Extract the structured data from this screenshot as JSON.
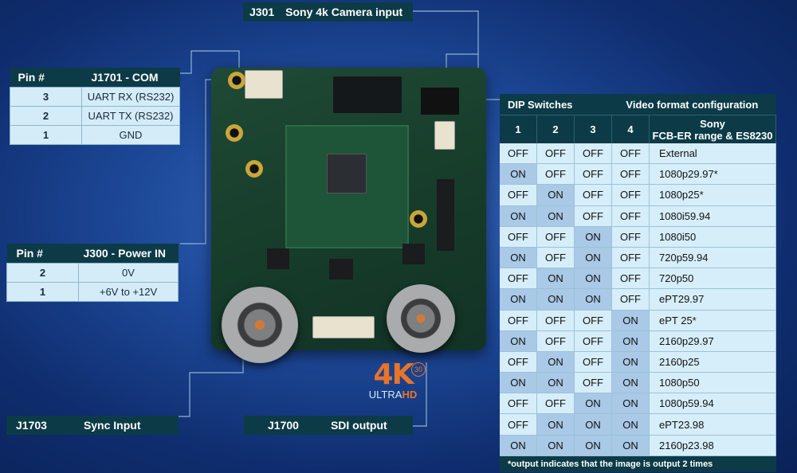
{
  "labels": {
    "j301": {
      "id": "J301",
      "text": "Sony 4k Camera input"
    },
    "j1703": {
      "id": "J1703",
      "text": "Sync Input"
    },
    "j1700": {
      "id": "J1700",
      "text": "SDI output"
    }
  },
  "com_table": {
    "pin_header": "Pin #",
    "title": "J1701 - COM",
    "rows": [
      {
        "pin": "3",
        "signal": "UART RX (RS232)"
      },
      {
        "pin": "2",
        "signal": "UART TX (RS232)"
      },
      {
        "pin": "1",
        "signal": "GND"
      }
    ]
  },
  "power_table": {
    "pin_header": "Pin #",
    "title": "J300 - Power IN",
    "rows": [
      {
        "pin": "2",
        "signal": "0V"
      },
      {
        "pin": "1",
        "signal": "+6V to +12V"
      }
    ]
  },
  "dip_table": {
    "title_left": "DIP Switches",
    "title_right": "Video format configuration",
    "col1": "1",
    "col2": "2",
    "col3": "3",
    "col4": "4",
    "col5_line1": "Sony",
    "col5_line2": "FCB-ER range & ES8230",
    "rows": [
      [
        "OFF",
        "OFF",
        "OFF",
        "OFF",
        "External"
      ],
      [
        "ON",
        "OFF",
        "OFF",
        "OFF",
        "1080p29.97*"
      ],
      [
        "OFF",
        "ON",
        "OFF",
        "OFF",
        "1080p25*"
      ],
      [
        "ON",
        "ON",
        "OFF",
        "OFF",
        "1080i59.94"
      ],
      [
        "OFF",
        "OFF",
        "ON",
        "OFF",
        "1080i50"
      ],
      [
        "ON",
        "OFF",
        "ON",
        "OFF",
        "720p59.94"
      ],
      [
        "OFF",
        "ON",
        "ON",
        "OFF",
        "720p50"
      ],
      [
        "ON",
        "ON",
        "ON",
        "OFF",
        "ePT29.97"
      ],
      [
        "OFF",
        "OFF",
        "OFF",
        "ON",
        "ePT 25*"
      ],
      [
        "ON",
        "OFF",
        "OFF",
        "ON",
        "2160p29.97"
      ],
      [
        "OFF",
        "ON",
        "OFF",
        "ON",
        "2160p25"
      ],
      [
        "ON",
        "ON",
        "OFF",
        "ON",
        "1080p50"
      ],
      [
        "OFF",
        "OFF",
        "ON",
        "ON",
        "1080p59.94"
      ],
      [
        "OFF",
        "ON",
        "ON",
        "ON",
        "ePT23.98"
      ],
      [
        "ON",
        "ON",
        "ON",
        "ON",
        "2160p23.98"
      ]
    ],
    "footnote": "*output indicates that the image is output 2 times"
  },
  "logo": {
    "big": "4K",
    "fps": "30",
    "ultra": "ULTRA",
    "hd": "HD"
  },
  "colors": {
    "header_bg": "#0c3b47",
    "cell_bg": "#d6eefa",
    "on_cell_bg": "#a9c9e6",
    "accent": "#e8742a"
  }
}
